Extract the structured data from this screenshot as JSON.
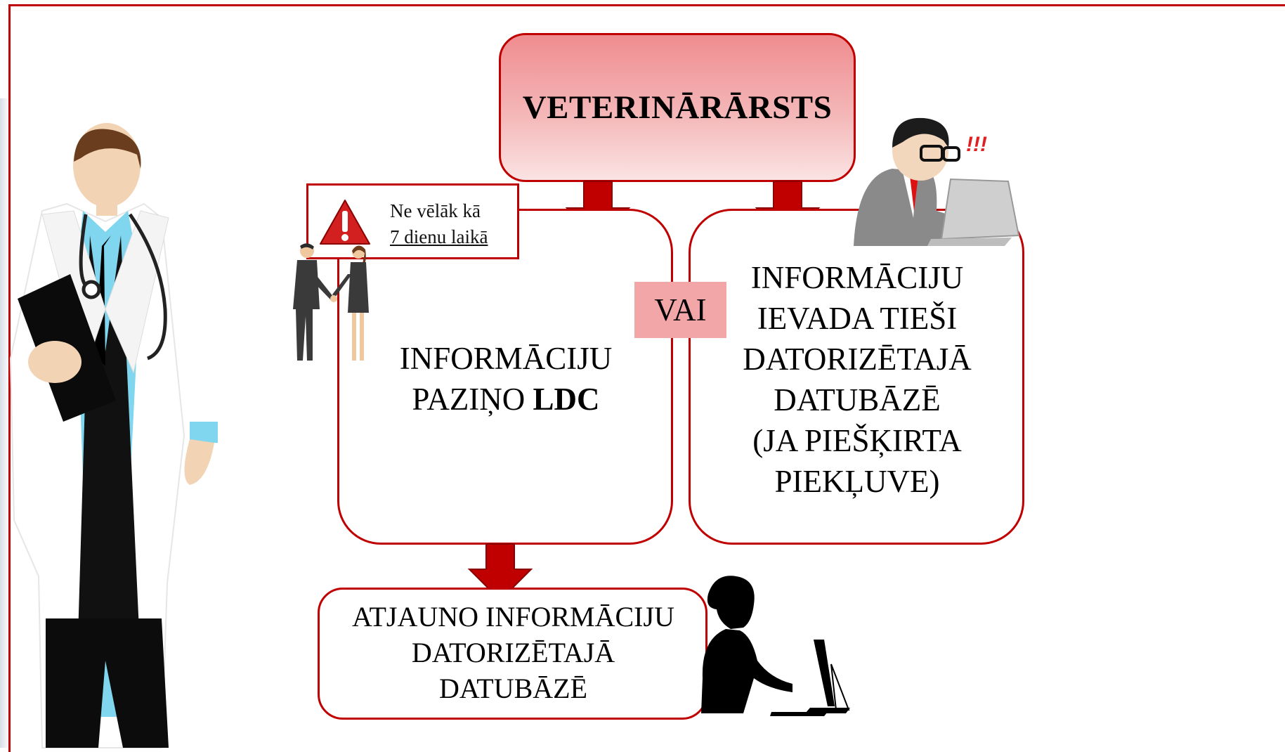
{
  "diagram": {
    "title": "VETERINĀRĀRSTS",
    "deadline_line1": "Ne vēlāk kā",
    "deadline_line2": "7 dienu laikā",
    "separator": "VAI",
    "left_box_line1": "INFORMĀCIJU",
    "left_box_line2_prefix": "PAZIŅO ",
    "left_box_line2_bold": "LDC",
    "right_box_line1": "INFORMĀCIJU",
    "right_box_line2": "IEVADA TIEŠI",
    "right_box_line3": "DATORIZĒTAJĀ",
    "right_box_line4": "DATUBĀZĒ",
    "right_box_line5": "(JA PIEŠĶIRTA",
    "right_box_line6": "PIEKĻUVE)",
    "bottom_box_line1": "ATJAUNO INFORMĀCIJU",
    "bottom_box_line2": "DATORIZĒTAJĀ",
    "bottom_box_line3": "DATUBĀZĒ"
  },
  "icons": {
    "warning": "warning-triangle-icon",
    "surprise_marks": "!!!"
  },
  "colors": {
    "accent": "#c00000",
    "title_fill_top": "#ef8c8f",
    "vai_fill": "#f2a6a8"
  }
}
